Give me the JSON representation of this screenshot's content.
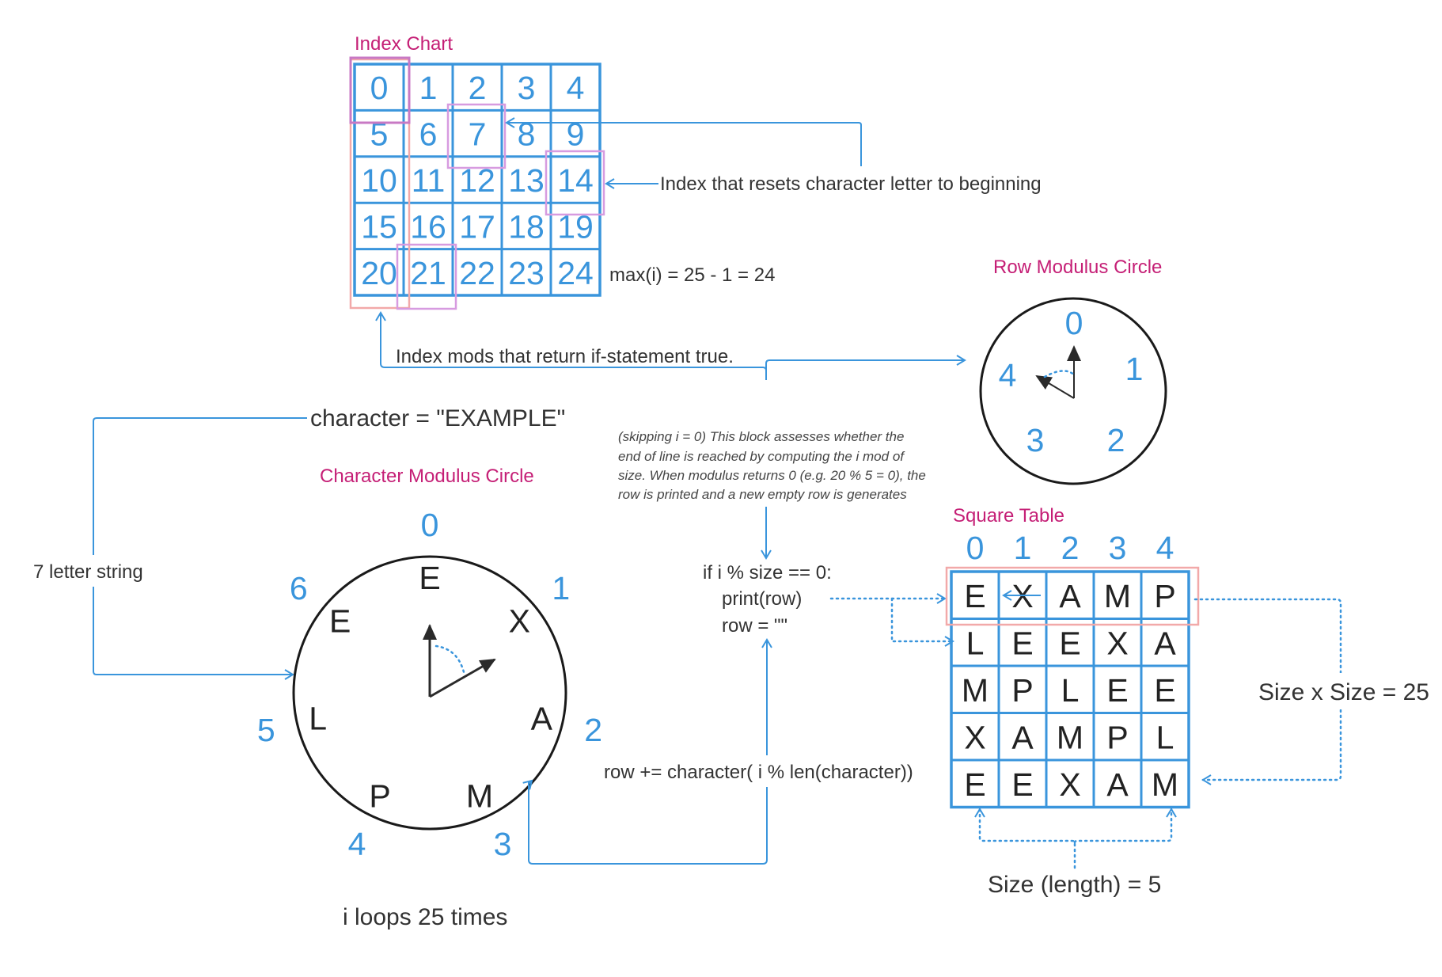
{
  "index_chart": {
    "title": "Index Chart",
    "cells": [
      [
        "0",
        "1",
        "2",
        "3",
        "4"
      ],
      [
        "5",
        "6",
        "7",
        "8",
        "9"
      ],
      [
        "10",
        "11",
        "12",
        "13",
        "14"
      ],
      [
        "15",
        "16",
        "17",
        "18",
        "19"
      ],
      [
        "20",
        "21",
        "22",
        "23",
        "24"
      ]
    ],
    "max_label": "max(i) = 25 - 1 = 24",
    "reset_label": "Index that resets character letter to beginning",
    "mods_label": "Index mods that return if-statement true."
  },
  "row_circle": {
    "title": "Row Modulus Circle",
    "numbers": [
      "0",
      "1",
      "2",
      "3",
      "4"
    ]
  },
  "character_circle": {
    "title": "Character Modulus Circle",
    "numbers": [
      "0",
      "1",
      "2",
      "3",
      "4",
      "5",
      "6"
    ],
    "letters": [
      "E",
      "X",
      "A",
      "M",
      "P",
      "L",
      "E"
    ]
  },
  "character_assignment": "character = \"EXAMPLE\"",
  "string_label": "7 letter string",
  "loop_label": "i loops 25 times",
  "explanation": [
    "(skipping i = 0) This block assesses whether the",
    "end of line is reached by computing the i mod of",
    "size. When modulus returns 0 (e.g. 20 % 5 = 0), the",
    "row is printed and a new empty row is generates"
  ],
  "code_block": [
    "if i % size == 0:",
    "print(row)",
    "row = \"\""
  ],
  "row_code": "row += character( i % len(character))",
  "square_table": {
    "title": "Square Table",
    "headers": [
      "0",
      "1",
      "2",
      "3",
      "4"
    ],
    "cells": [
      [
        "E",
        "X",
        "A",
        "M",
        "P"
      ],
      [
        "L",
        "E",
        "E",
        "X",
        "A"
      ],
      [
        "M",
        "P",
        "L",
        "E",
        "E"
      ],
      [
        "X",
        "A",
        "M",
        "P",
        "L"
      ],
      [
        "E",
        "E",
        "X",
        "A",
        "M"
      ]
    ],
    "area_label": "Size x Size = 25",
    "size_label": "Size (length) = 5"
  },
  "colors": {
    "blue": "#3a95dc",
    "magenta": "#c51f76",
    "pink_box": "#f2a9a9",
    "purple_box": "#d79be0"
  }
}
